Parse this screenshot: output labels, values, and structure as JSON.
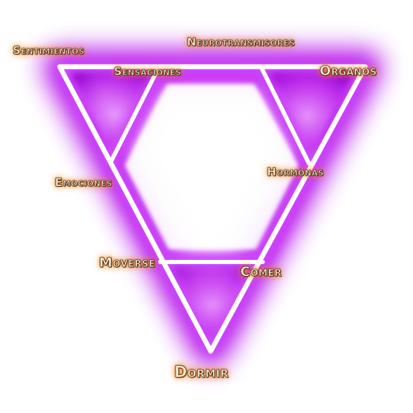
{
  "colors": {
    "glow": "#b000e8",
    "glow_soft": "#e07bff",
    "line": "#ffffff",
    "label_text": "#f6e9d0",
    "label_glow": "#ff8c1a"
  },
  "labels": {
    "sentimientos": "Sentimientos",
    "neurotransmisores": "Neurotransmisores",
    "sensaciones": "Sensaciones",
    "organos": "Organos",
    "emociones": "Emociones",
    "hormonas": "Hormonas",
    "moverse": "Moverse",
    "comer": "Comer",
    "dormir": "Dormir"
  }
}
